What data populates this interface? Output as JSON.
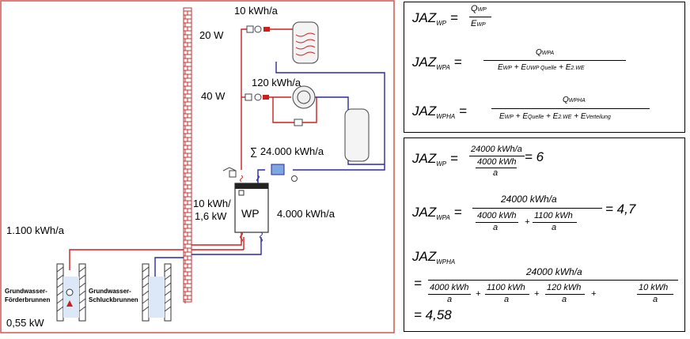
{
  "diagram": {
    "labels": {
      "tank_top_energy": "10 kWh/a",
      "pump_top_power": "20 W",
      "pump_mid_power": "40 W",
      "pump_mid_energy": "120 kWh/a",
      "sum_energy": "∑ 24.000 kWh/a",
      "wp_left_line1": "10 kWh/",
      "wp_left_line2": "1,6 kW",
      "wp_label": "WP",
      "wp_right_energy": "4.000 kWh/a",
      "well_energy": "1.100 kWh/a",
      "well_power": "0,55 kW",
      "well_left_line1": "Grundwasser-",
      "well_left_line2": "Förderbrunnen",
      "well_right_line1": "Grundwasser-",
      "well_right_line2": "Schluckbrunnen"
    },
    "colors": {
      "border": "#d9534f",
      "hot": "#cc2020",
      "cold": "#2a2aa0",
      "wall": "#c23030"
    }
  },
  "formulas_top": {
    "f1": {
      "lhs": "JAZ",
      "lhs_sub": "WP",
      "num": "Q",
      "num_sub": "WP",
      "den": "E",
      "den_sub": "WP"
    },
    "f2": {
      "lhs": "JAZ",
      "lhs_sub": "WPA",
      "num": "Q",
      "num_sub": "WPA",
      "den": "E_WP + E_UWP Quelle + E_2.WE",
      "den_parts": [
        "E",
        "WP",
        " + E",
        "UWP Quelle",
        " + E",
        "2.WE"
      ]
    },
    "f3": {
      "lhs": "JAZ",
      "lhs_sub": "WPHA",
      "num": "Q",
      "num_sub": "WPHA",
      "den_parts": [
        "E",
        "WP",
        " + E",
        "Quelle",
        " + E",
        "2.WE",
        " + E",
        "Verteilung"
      ]
    }
  },
  "formulas_bottom": {
    "c1": {
      "lhs": "JAZ",
      "lhs_sub": "WP",
      "num": "24000 kWh/a",
      "den_top": "4000 kWh",
      "den_bot": "a",
      "result": "= 6"
    },
    "c2": {
      "lhs": "JAZ",
      "lhs_sub": "WPA",
      "num": "24000 kWh/a",
      "t1_top": "4000 kWh",
      "t1_bot": "a",
      "plus": "+",
      "t2_top": "1100 kWh",
      "t2_bot": "a",
      "result": "= 4,7"
    },
    "c3": {
      "lhs": "JAZ",
      "lhs_sub": "WPHA",
      "eq": "=",
      "num": "24000 kWh/a",
      "t1_top": "4000 kWh",
      "t1_bot": "a",
      "t2_top": "1100 kWh",
      "t2_bot": "a",
      "t3_top": "120 kWh",
      "t3_bot": "a",
      "t4_top": "10 kWh",
      "t4_bot": "a",
      "plus": "+",
      "result": "= 4,58"
    }
  }
}
